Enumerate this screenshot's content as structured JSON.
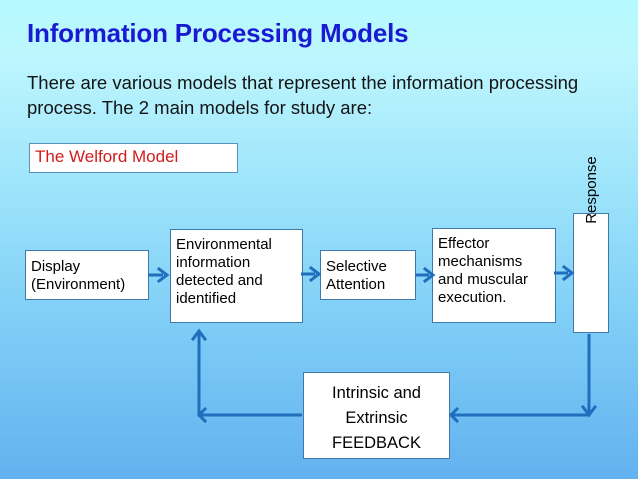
{
  "slide": {
    "title": "Information Processing Models",
    "intro": "There are various models that represent the information processing process. The 2 main models for study are:",
    "model_label": "The Welford Model",
    "colors": {
      "title": "#1a1ad2",
      "model_label": "#d11d1d",
      "body_text": "#141414",
      "box_fill": "#ffffff",
      "box_border": "#3f79ab",
      "arrow": "#1f6fbd",
      "bg_top": "#b5fbff",
      "bg_bottom": "#63b1ef"
    }
  },
  "diagram": {
    "type": "flowchart",
    "boxes": [
      {
        "id": "display",
        "label": "Display\n(Environment)",
        "orientation": "horizontal"
      },
      {
        "id": "environment",
        "label": "Environmental information detected and identified",
        "orientation": "horizontal"
      },
      {
        "id": "attention",
        "label": "Selective Attention",
        "orientation": "horizontal"
      },
      {
        "id": "effector",
        "label": "Effector mechanisms and muscular execution.",
        "orientation": "horizontal"
      },
      {
        "id": "response",
        "label": "Response",
        "orientation": "vertical"
      },
      {
        "id": "feedback",
        "label": "Intrinsic and Extrinsic FEEDBACK",
        "orientation": "horizontal"
      }
    ],
    "box_text": {
      "display_line1": "Display",
      "display_line2": "(Environment)",
      "environment_line1": "Environmental",
      "environment_line2": "information",
      "environment_line3": "detected and",
      "environment_line4": "identified",
      "attention_line1": "Selective",
      "attention_line2": "Attention",
      "effector_line1": "Effector",
      "effector_line2": "mechanisms",
      "effector_line3": "and muscular",
      "effector_line4": "execution.",
      "response": "Response",
      "feedback_line1": "Intrinsic and",
      "feedback_line2": "Extrinsic",
      "feedback_line3": "FEEDBACK"
    },
    "connectors": [
      {
        "id": "c1",
        "from": "display",
        "to": "environment",
        "glyph": "arrow-right-icon"
      },
      {
        "id": "c2",
        "from": "environment",
        "to": "attention",
        "glyph": "arrow-right-icon"
      },
      {
        "id": "c3",
        "from": "attention",
        "to": "effector",
        "glyph": "arrow-right-icon"
      },
      {
        "id": "c4",
        "from": "effector",
        "to": "response",
        "glyph": "arrow-right-icon"
      },
      {
        "id": "c5",
        "from": "response",
        "to": "feedback",
        "glyph": "feedback-right-path"
      },
      {
        "id": "c6",
        "from": "feedback",
        "to": "environment",
        "glyph": "feedback-left-path"
      }
    ]
  }
}
